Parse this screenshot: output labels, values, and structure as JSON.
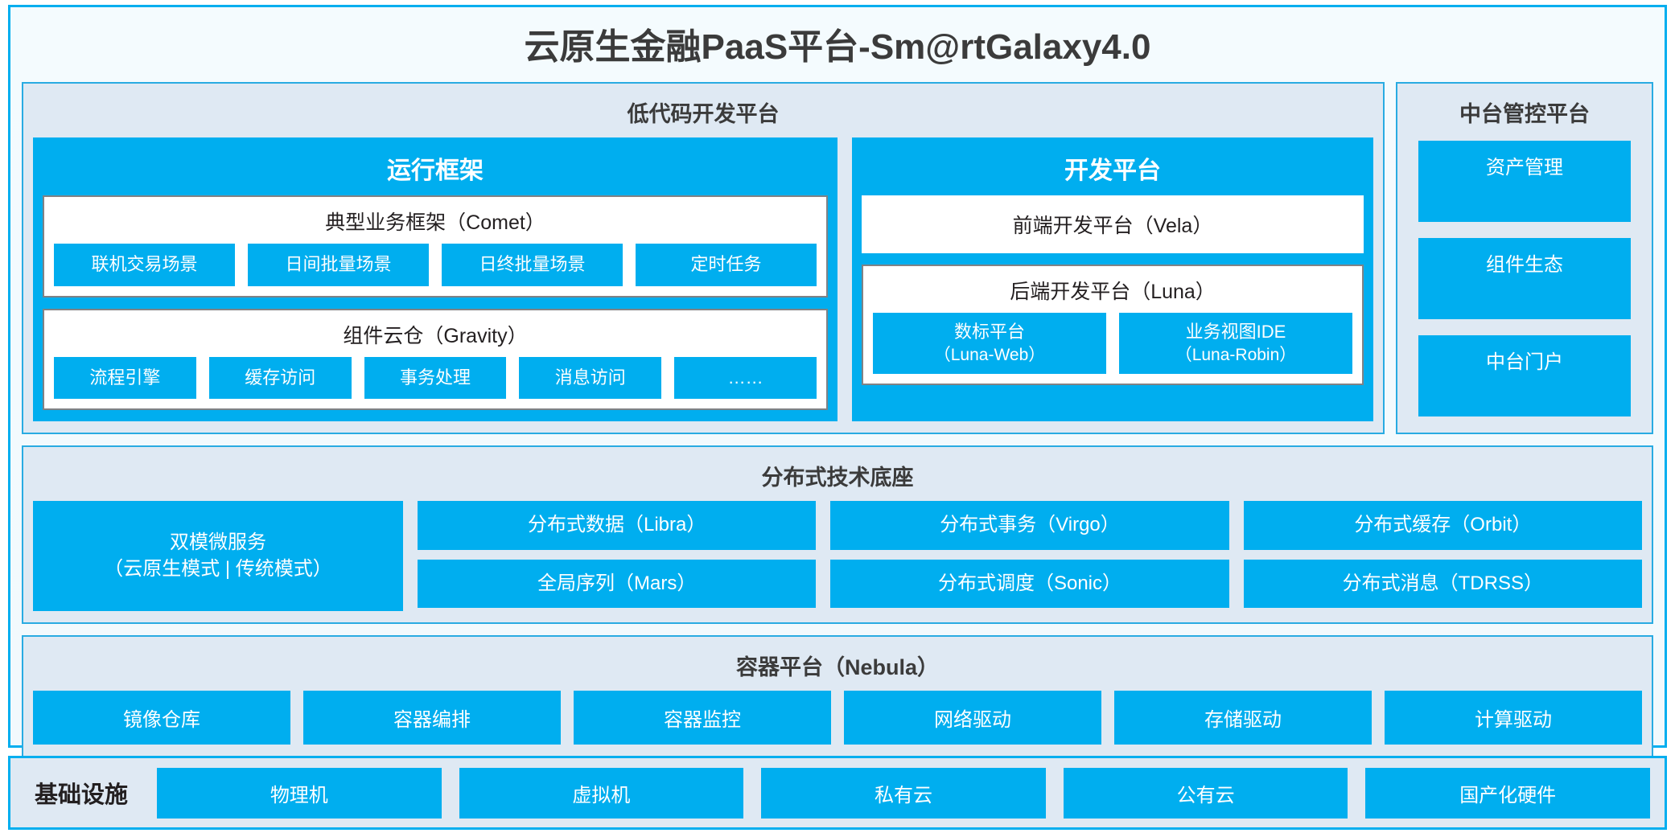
{
  "title": "云原生金融PaaS平台-Sm@rtGalaxy4.0",
  "colors": {
    "accent": "#00AEEF",
    "panel_bg": "#dfe9f3",
    "panel_border": "#29ABE2",
    "card_border": "#808285",
    "text_dark": "#3b3b3b"
  },
  "lowcode": {
    "title": "低代码开发平台",
    "runtime": {
      "title": "运行框架",
      "comet": {
        "title": "典型业务框架（Comet）",
        "items": [
          "联机交易场景",
          "日间批量场景",
          "日终批量场景",
          "定时任务"
        ]
      },
      "gravity": {
        "title": "组件云仓（Gravity）",
        "items": [
          "流程引擎",
          "缓存访问",
          "事务处理",
          "消息访问",
          "……"
        ]
      }
    },
    "devplatform": {
      "title": "开发平台",
      "frontend": "前端开发平台（Vela）",
      "backend": {
        "title": "后端开发平台（Luna）",
        "items": [
          {
            "name": "数标平台",
            "sub": "（Luna-Web）"
          },
          {
            "name": "业务视图IDE",
            "sub": "（Luna-Robin）"
          }
        ]
      }
    }
  },
  "midoffice": {
    "title": "中台管控平台",
    "items": [
      "资产管理",
      "组件生态",
      "中台门户"
    ]
  },
  "techbase": {
    "title": "分布式技术底座",
    "microservice": {
      "name": "双模微服务",
      "sub": "（云原生模式 | 传统模式）"
    },
    "columns": [
      [
        "分布式数据（Libra）",
        "全局序列（Mars）"
      ],
      [
        "分布式事务（Virgo）",
        "分布式调度（Sonic）"
      ],
      [
        "分布式缓存（Orbit）",
        "分布式消息（TDRSS）"
      ]
    ]
  },
  "containerplatform": {
    "title": "容器平台（Nebula）",
    "items": [
      "镜像仓库",
      "容器编排",
      "容器监控",
      "网络驱动",
      "存储驱动",
      "计算驱动"
    ]
  },
  "infrastructure": {
    "label": "基础设施",
    "items": [
      "物理机",
      "虚拟机",
      "私有云",
      "公有云",
      "国产化硬件"
    ]
  }
}
